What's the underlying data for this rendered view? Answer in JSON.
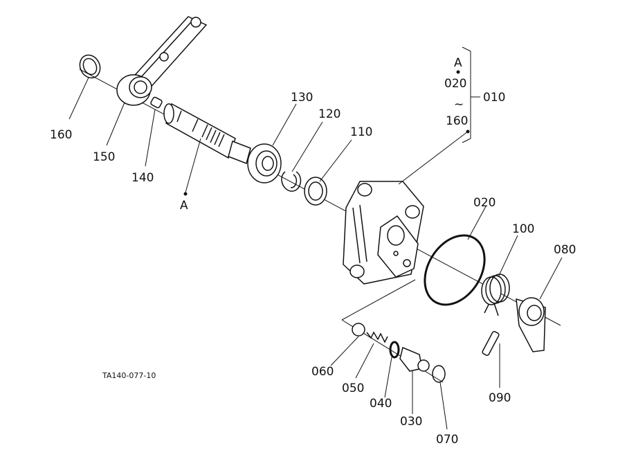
{
  "drawing_code": "TA140-077-10",
  "assembly": {
    "ref": "010",
    "range_start_marker": "A",
    "range_from": "020",
    "range_tilde": "~",
    "range_to": "160"
  },
  "labels": {
    "p020": "020",
    "p030": "030",
    "p040": "040",
    "p050": "050",
    "p060": "060",
    "p070": "070",
    "p080": "080",
    "p090": "090",
    "p100": "100",
    "p110": "110",
    "p120": "120",
    "p130": "130",
    "p140": "140",
    "p150": "150",
    "p160": "160",
    "shaft_marker": "A"
  }
}
